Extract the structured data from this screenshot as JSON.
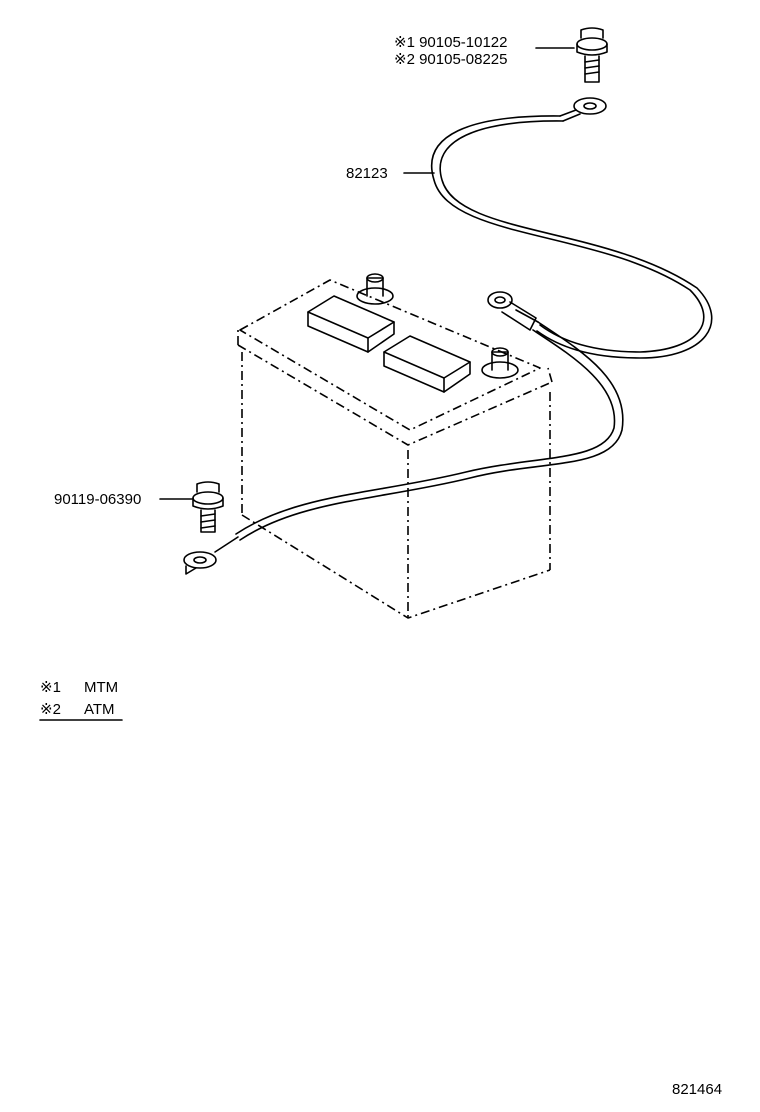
{
  "callouts": {
    "bolt_top_line1": "※1 90105-10122",
    "bolt_top_line2": "※2 90105-08225",
    "cable": "82123",
    "bolt_left": "90119-06390"
  },
  "legend": [
    {
      "mark": "※1",
      "text": "MTM"
    },
    {
      "mark": "※2",
      "text": "ATM"
    }
  ],
  "illustration_number": "821464"
}
